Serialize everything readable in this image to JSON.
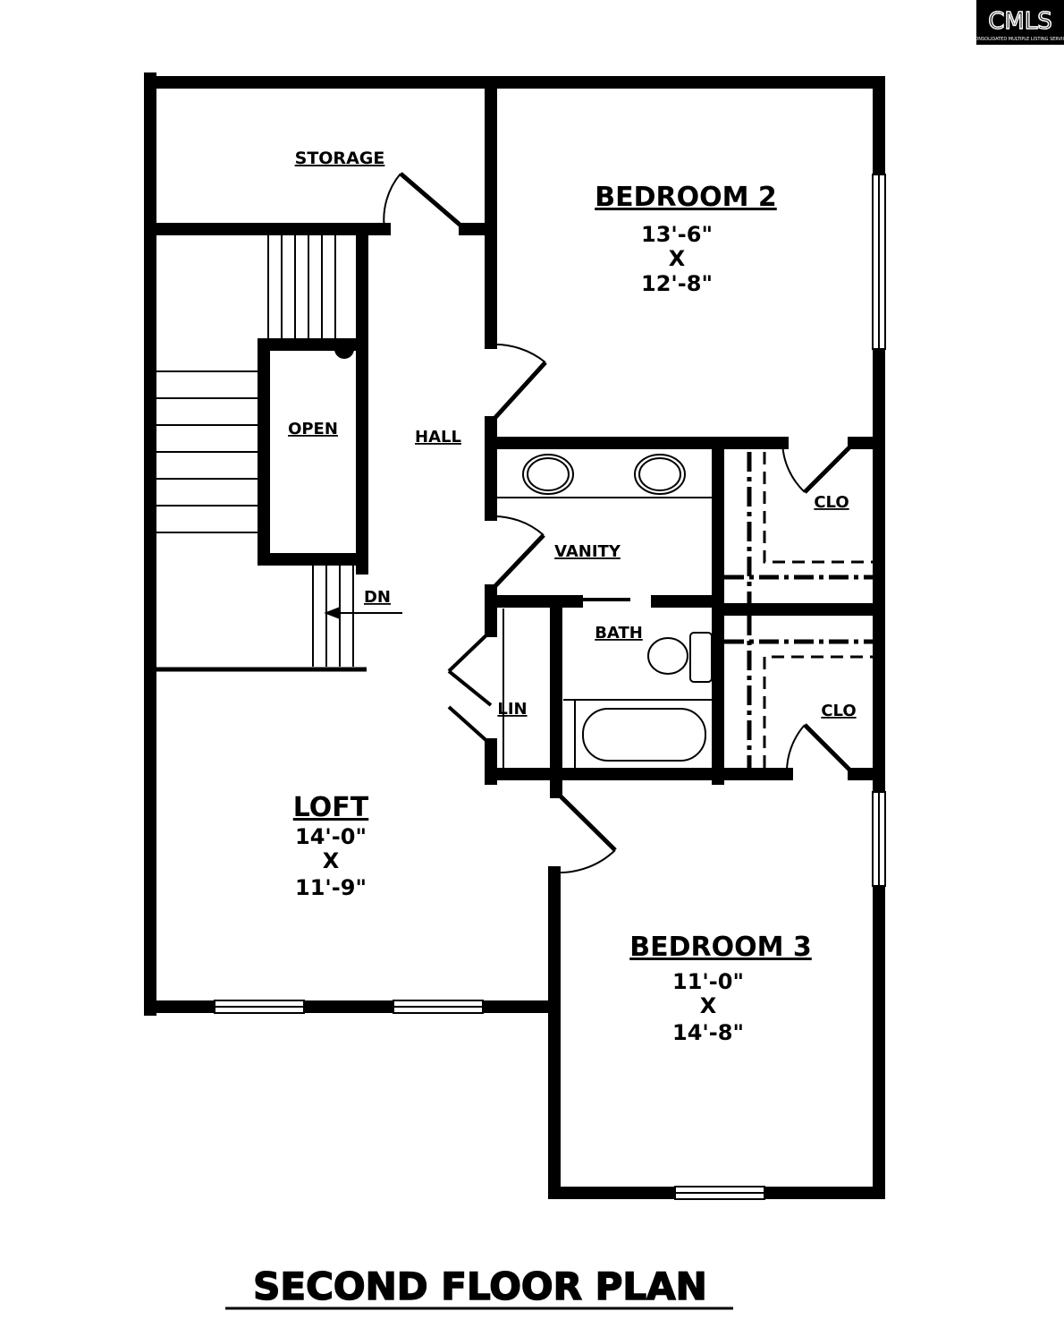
{
  "logo": {
    "text": "CMLS",
    "subtext": "CONSOLIDATED MULTIPLE LISTING SERVICE"
  },
  "title": "SECOND FLOOR PLAN",
  "rooms": {
    "storage": {
      "name": "STORAGE"
    },
    "bedroom2": {
      "name": "BEDROOM 2",
      "width": "13'-6\"",
      "x": "X",
      "length": "12'-8\""
    },
    "open": {
      "name": "OPEN"
    },
    "hall": {
      "name": "HALL"
    },
    "dn": {
      "name": "DN"
    },
    "vanity": {
      "name": "VANITY"
    },
    "bath": {
      "name": "BATH"
    },
    "lin": {
      "name": "LIN"
    },
    "clo1": {
      "name": "CLO"
    },
    "clo2": {
      "name": "CLO"
    },
    "loft": {
      "name": "LOFT",
      "width": "14'-0\"",
      "x": "X",
      "length": "11'-9\""
    },
    "bedroom3": {
      "name": "BEDROOM 3",
      "width": "11'-0\"",
      "x": "X",
      "length": "14'-8\""
    }
  },
  "colors": {
    "ink": "#000000",
    "paper": "#ffffff"
  }
}
